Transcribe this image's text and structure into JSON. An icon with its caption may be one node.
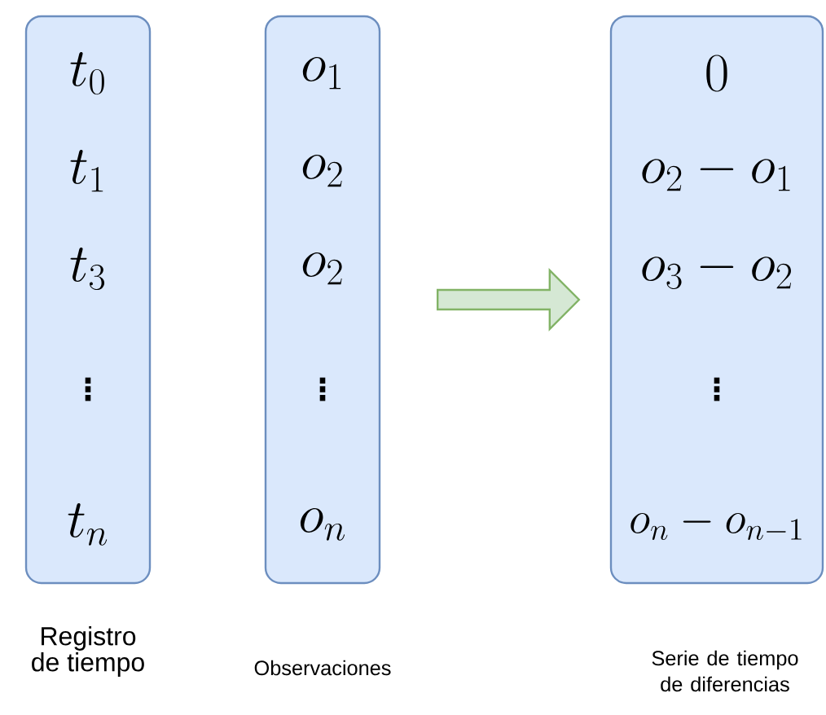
{
  "diagram": {
    "nodes": [
      {
        "text": [
          "t_0",
          "t_1",
          "t_3",
          "\\vdots",
          "t_n"
        ],
        "beside": [
          "Registro de tiempo"
        ]
      },
      {
        "text": [
          "o_1",
          "o_2",
          "o_2",
          "\\vdots",
          "o_n"
        ],
        "beside": [
          "Observaciones"
        ]
      },
      {
        "text": [
          "0",
          "o_2 - o_1",
          "o_3 - o_2",
          "\\vdots",
          "o_n - o_{n-1}"
        ],
        "beside": [
          "Serie de tiempo de diferencias"
        ]
      }
    ],
    "edges": [
      {
        "from": 1,
        "to": 2,
        "arrow": "to"
      }
    ]
  }
}
